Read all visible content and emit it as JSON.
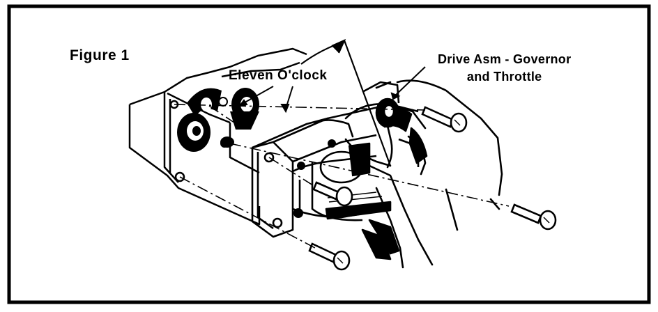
{
  "figure": {
    "title": "Figure 1",
    "annotation_clock": "Eleven O'clock",
    "callout": {
      "line1": "Drive Asm - Governor",
      "line2": "and Throttle"
    }
  },
  "colors": {
    "ink": "#000000",
    "paper": "#ffffff"
  }
}
